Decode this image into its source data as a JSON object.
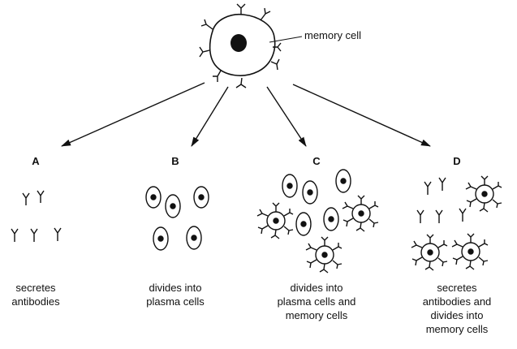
{
  "callout_label": "memory cell",
  "options": [
    {
      "letter": "A",
      "description": [
        "secretes",
        "antibodies"
      ]
    },
    {
      "letter": "B",
      "description": [
        "divides into",
        "plasma cells"
      ]
    },
    {
      "letter": "C",
      "description": [
        "divides into",
        "plasma cells and",
        "memory cells"
      ]
    },
    {
      "letter": "D",
      "description": [
        "secretes",
        "antibodies and",
        "divides into",
        "memory cells"
      ]
    }
  ],
  "colors": {
    "ink": "#111111",
    "nucleus": "#111111",
    "background": "#ffffff"
  }
}
